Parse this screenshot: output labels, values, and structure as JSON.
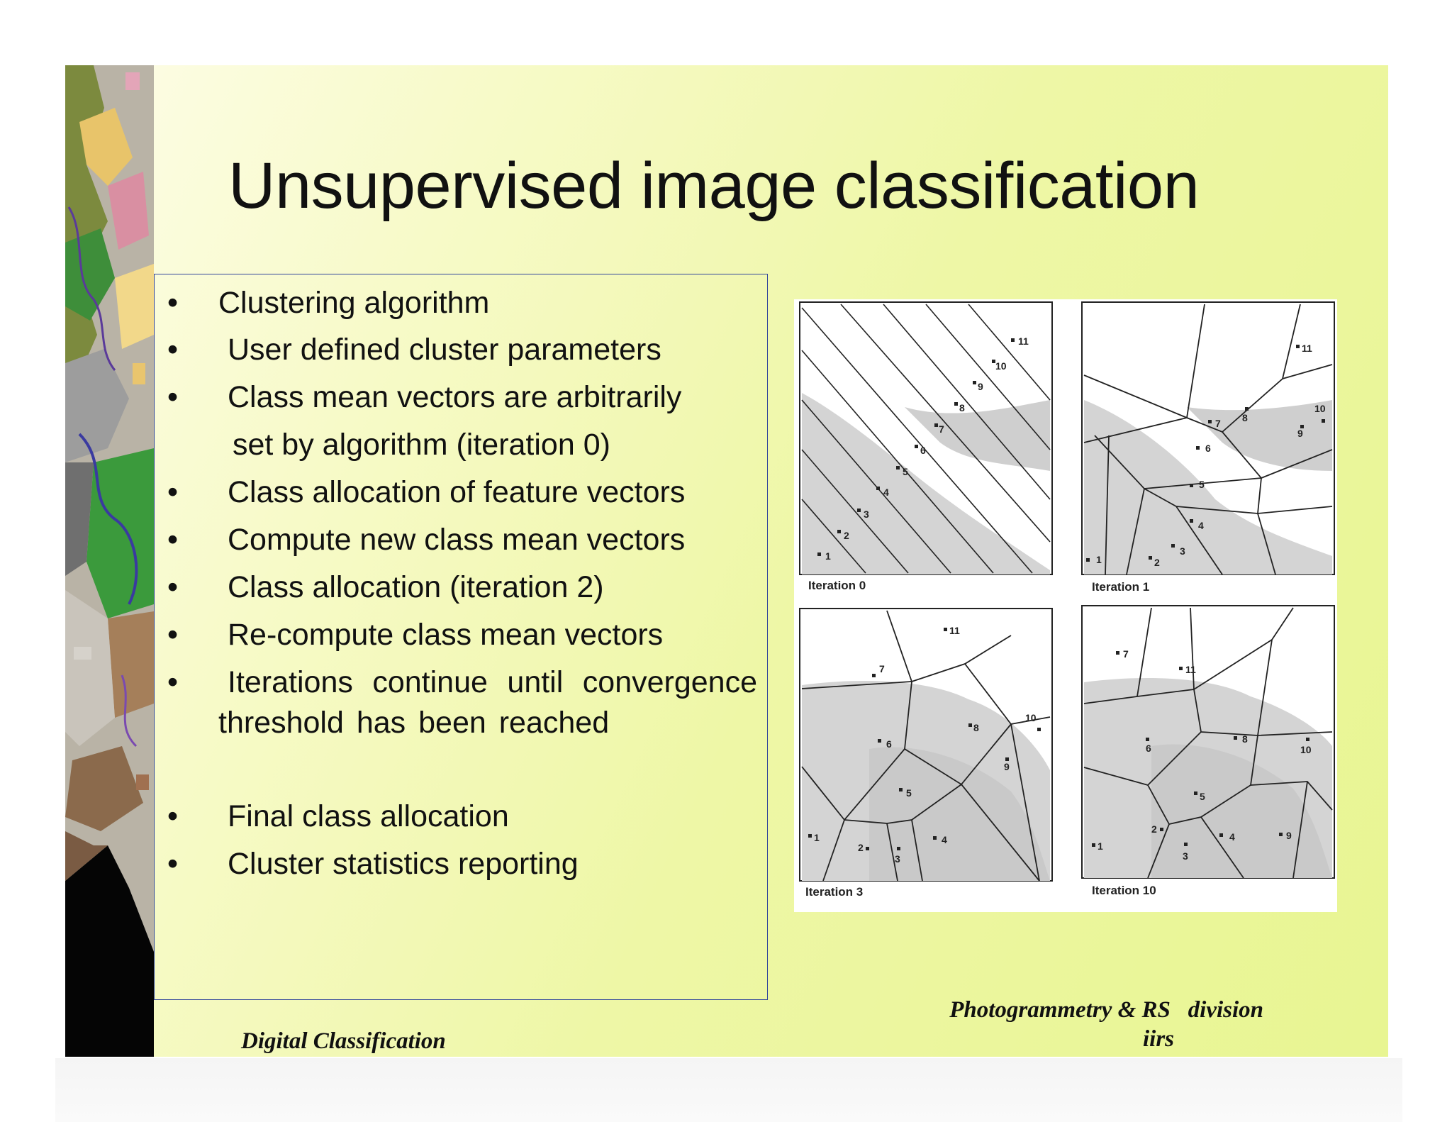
{
  "title": "Unsupervised image classification",
  "bullets": [
    "Clustering algorithm",
    "User defined cluster parameters",
    "Class mean vectors are arbitrarily",
    "Class allocation of feature vectors",
    "Compute new class mean vectors",
    "Class allocation (iteration 2)",
    "Re-compute class mean vectors",
    "Iterations continue until convergence threshold has been reached",
    "Final class allocation",
    "Cluster statistics reporting"
  ],
  "bullet_continuation": "set by algorithm (iteration 0)",
  "bullet_marker": "•",
  "figure": {
    "panels": [
      {
        "label": "Iteration 0",
        "points": [
          "1",
          "2",
          "3",
          "4",
          "5",
          "6",
          "7",
          "8",
          "9",
          "10",
          "11"
        ]
      },
      {
        "label": "Iteration 1",
        "points": [
          "1",
          "2",
          "3",
          "4",
          "5",
          "6",
          "7",
          "8",
          "9",
          "10",
          "11"
        ]
      },
      {
        "label": "Iteration 3",
        "points": [
          "1",
          "2",
          "3",
          "4",
          "5",
          "6",
          "7",
          "8",
          "9",
          "10",
          "11"
        ]
      },
      {
        "label": "Iteration 10",
        "points": [
          "1",
          "2",
          "3",
          "4",
          "5",
          "6",
          "7",
          "8",
          "9",
          "10",
          "11"
        ]
      }
    ]
  },
  "footer": {
    "left": "Digital Classification",
    "right_line1": "Photogrammetry & RS   division",
    "right_line2": "iirs"
  },
  "colors": {
    "slide_background": "#eef7a6",
    "box_border": "#31459a",
    "text": "#111111"
  }
}
